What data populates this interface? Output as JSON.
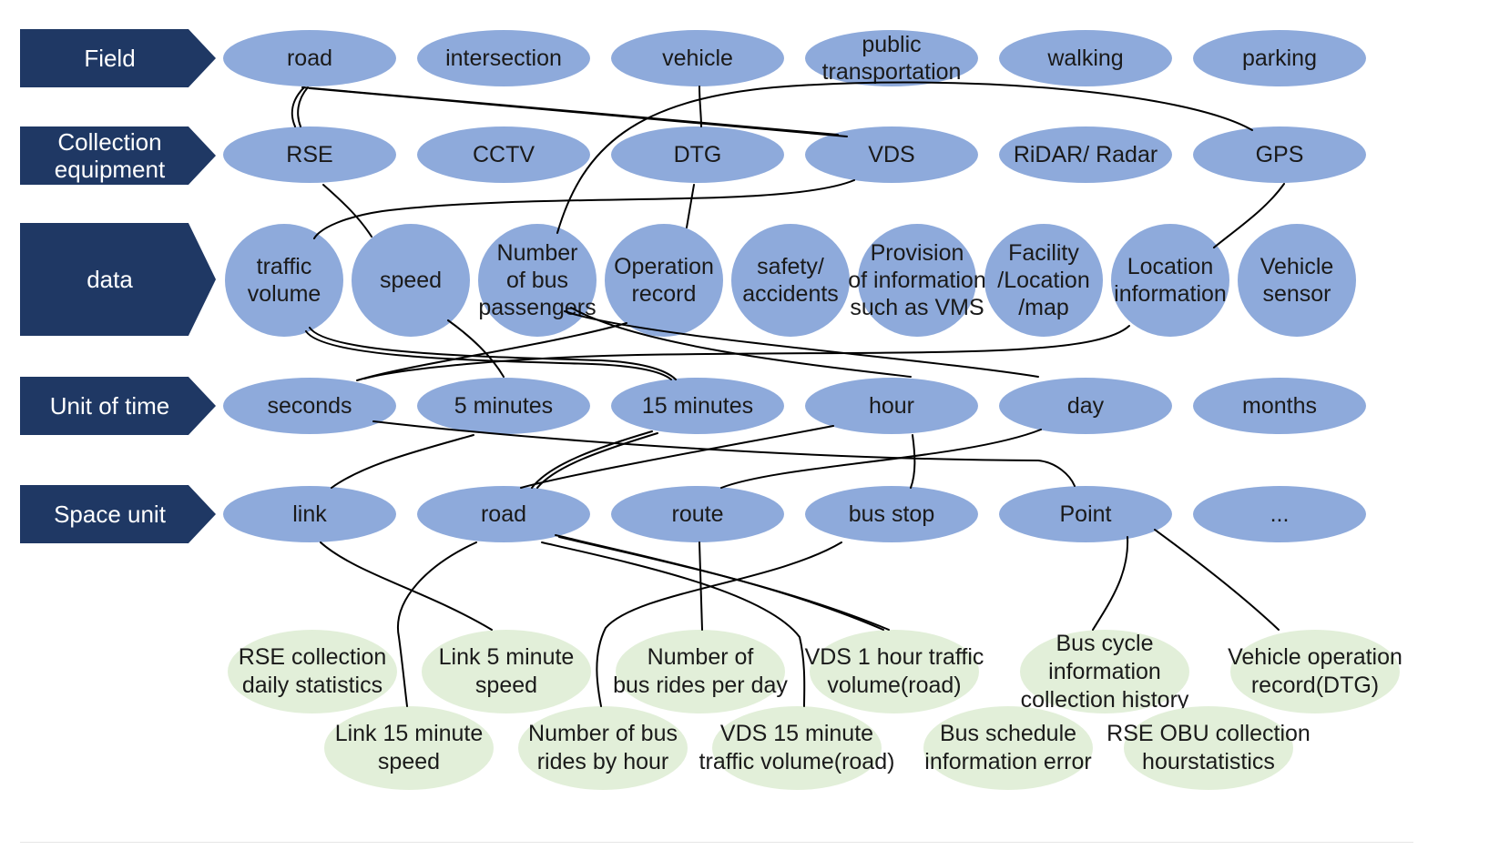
{
  "rows": {
    "field": "Field",
    "collection": "Collection\nequipment",
    "data": "data",
    "time": "Unit of time",
    "space": "Space unit"
  },
  "field": [
    "road",
    "intersection",
    "vehicle",
    "public\ntransportation",
    "walking",
    "parking"
  ],
  "collection": [
    "RSE",
    "CCTV",
    "DTG",
    "VDS",
    "RiDAR/ Radar",
    "GPS"
  ],
  "data": [
    "traffic\nvolume",
    "speed",
    "Number\nof bus\npassengers",
    "Operation\nrecord",
    "safety/\naccidents",
    "Provision\nof information\nsuch as VMS",
    "Facility\n/Location\n/map",
    "Location\ninformation",
    "Vehicle\nsensor"
  ],
  "time": [
    "seconds",
    "5 minutes",
    "15 minutes",
    "hour",
    "day",
    "months"
  ],
  "space": [
    "link",
    "road",
    "route",
    "bus stop",
    "Point",
    "..."
  ],
  "outputs_top": [
    "RSE collection\ndaily statistics",
    "Link 5 minute\nspeed",
    "Number of\nbus rides per day",
    "VDS 1 hour traffic\nvolume(road)",
    "Bus cycle information\ncollection history",
    "Vehicle operation\nrecord(DTG)"
  ],
  "outputs_bottom": [
    "Link 15 minute\nspeed",
    "Number of bus\nrides by hour",
    "VDS 15 minute\ntraffic volume(road)",
    "Bus schedule\ninformation error",
    "RSE OBU collection\nhourstatistics"
  ],
  "colors": {
    "row_label": "#1f3864",
    "node": "#8eaadb",
    "output_node": "#e2efd9",
    "link_line": "#000000"
  }
}
